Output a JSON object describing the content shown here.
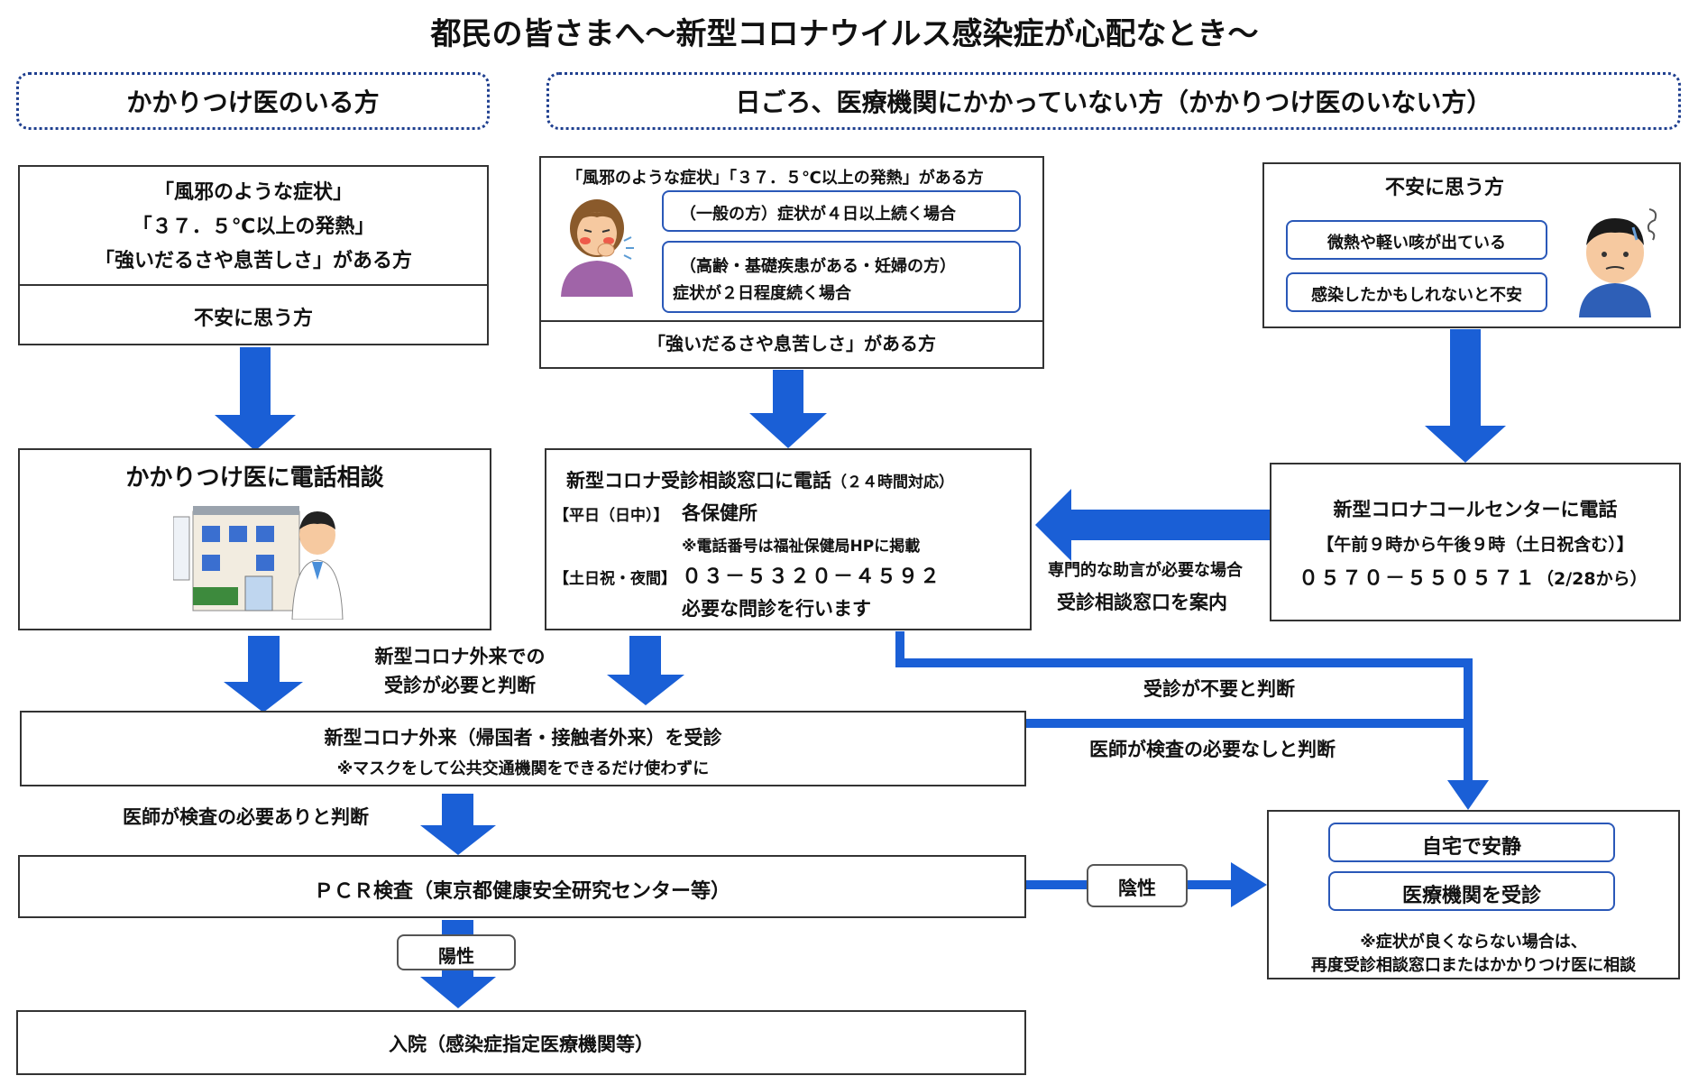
{
  "colors": {
    "arrow": "#1a5fd6",
    "arrow_dark": "#0e44a8",
    "line": "#1a5fd6",
    "border": "#333333",
    "pill_border": "#2a58b8",
    "dotted": "#1f3f8f"
  },
  "title": "都民の皆さまへ～新型コロナウイルス感染症が心配なとき～",
  "headers": {
    "left": "かかりつけ医のいる方",
    "right": "日ごろ、医療機関にかかっていない方（かかりつけ医のいない方）"
  },
  "left_symptom": {
    "line1": "「風邪のような症状」",
    "line2": "「３７．５℃以上の発熱」",
    "line3": "「強いだるさや息苦しさ」がある方",
    "line4": "不安に思う方"
  },
  "mid_symptom": {
    "header": "「風邪のような症状」「３７．５℃以上の発熱」がある方",
    "case1": "（一般の方）症状が４日以上続く場合",
    "case2_line1": "（高齢・基礎疾患がある・妊婦の方）",
    "case2_line2": "症状が２日程度続く場合",
    "footer": "「強いだるさや息苦しさ」がある方"
  },
  "right_anxiety": {
    "title": "不安に思う方",
    "item1": "微熱や軽い咳が出ている",
    "item2": "感染したかもしれないと不安"
  },
  "family_doctor": {
    "title": "かかりつけ医に電話相談"
  },
  "consult_center": {
    "title": "新型コロナ受診相談窓口に電話",
    "title_note": "（２４時間対応）",
    "weekday_label": "【平日（日中）】",
    "weekday_value": "各保健所",
    "weekday_note": "※電話番号は福祉保健局HPに掲載",
    "weekend_label": "【土日祝・夜間】",
    "weekend_value": "０３－５３２０－４５９２",
    "action": "必要な問診を行います"
  },
  "call_center": {
    "title": "新型コロナコールセンターに電話",
    "hours": "【午前９時から午後９時（土日祝含む）】",
    "number": "０５７０－５５０５７１",
    "number_note": "（2/28から）"
  },
  "labels": {
    "expert_needed": "専門的な助言が必要な場合",
    "guide_consult": "受診相談窓口を案内",
    "outpatient_needed_line1": "新型コロナ外来での",
    "outpatient_needed_line2": "受診が必要と判断",
    "not_needed": "受診が不要と判断",
    "doctor_no_test": "医師が検査の必要なしと判断",
    "doctor_test": "医師が検査の必要ありと判断",
    "negative": "陰性",
    "positive": "陽性"
  },
  "outpatient": {
    "title": "新型コロナ外来（帰国者・接触者外来）を受診",
    "note": "※マスクをして公共交通機関をできるだけ使わずに"
  },
  "pcr": {
    "title": "ＰＣＲ検査（東京都健康安全研究センター等）"
  },
  "hospital": {
    "title": "入院（感染症指定医療機関等）"
  },
  "home": {
    "rest": "自宅で安静",
    "visit": "医療機関を受診",
    "note1": "※症状が良くならない場合は、",
    "note2": "再度受診相談窓口またはかかりつけ医に相談"
  }
}
